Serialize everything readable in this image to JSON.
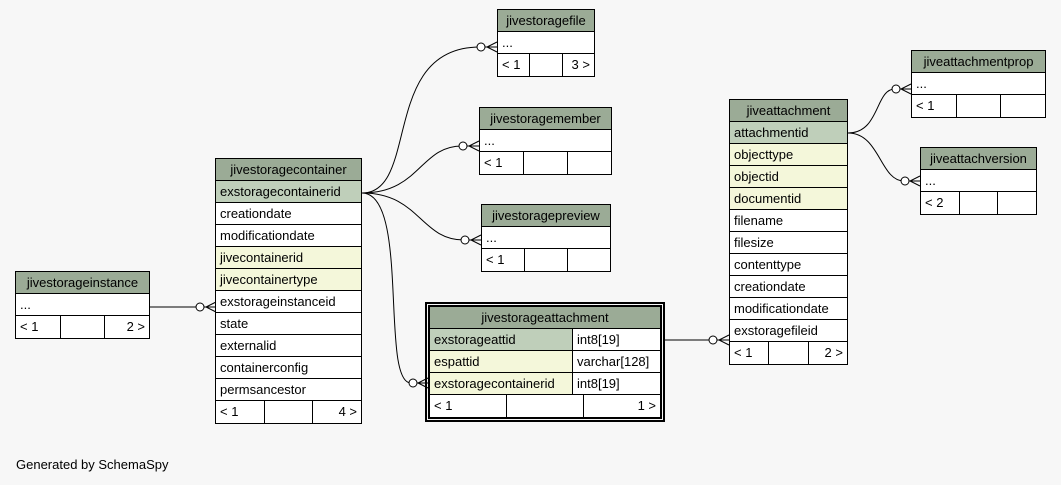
{
  "tables": {
    "jivestoragefile": {
      "name": "jivestoragefile",
      "cols": [
        "..."
      ],
      "footer": [
        "< 1",
        "",
        "3 >"
      ]
    },
    "jivestoragemember": {
      "name": "jivestoragemember",
      "cols": [
        "..."
      ],
      "footer": [
        "< 1",
        "",
        ""
      ]
    },
    "jivestoragepreview": {
      "name": "jivestoragepreview",
      "cols": [
        "..."
      ],
      "footer": [
        "< 1",
        "",
        ""
      ]
    },
    "jivestorageinstance": {
      "name": "jivestorageinstance",
      "cols": [
        "..."
      ],
      "footer": [
        "< 1",
        "",
        "2 >"
      ]
    },
    "jivestoragecontainer": {
      "name": "jivestoragecontainer",
      "cols": [
        "exstoragecontainerid",
        "creationdate",
        "modificationdate",
        "jivecontainerid",
        "jivecontainertype",
        "exstorageinstanceid",
        "state",
        "externalid",
        "containerconfig",
        "permsancestor"
      ],
      "footer": [
        "< 1",
        "",
        "4 >"
      ]
    },
    "jivestorageattachment": {
      "name": "jivestorageattachment",
      "cols": [
        {
          "name": "exstorageattid",
          "type": "int8[19]"
        },
        {
          "name": "espattid",
          "type": "varchar[128]"
        },
        {
          "name": "exstoragecontainerid",
          "type": "int8[19]"
        }
      ],
      "footer": [
        "< 1",
        "",
        "1 >"
      ]
    },
    "jiveattachment": {
      "name": "jiveattachment",
      "cols": [
        "attachmentid",
        "objecttype",
        "objectid",
        "documentid",
        "filename",
        "filesize",
        "contenttype",
        "creationdate",
        "modificationdate",
        "exstoragefileid"
      ],
      "footer": [
        "< 1",
        "",
        "2 >"
      ]
    },
    "jiveattachmentprop": {
      "name": "jiveattachmentprop",
      "cols": [
        "..."
      ],
      "footer": [
        "< 1",
        "",
        ""
      ]
    },
    "jiveattachversion": {
      "name": "jiveattachversion",
      "cols": [
        "..."
      ],
      "footer": [
        "< 2",
        "",
        ""
      ]
    }
  },
  "colors": {
    "header": "#9bab96",
    "primary_key": "#bfcfba",
    "foreign_key": "#f4f7da",
    "background": "#f7f7f7"
  },
  "generated_by": "Generated by SchemaSpy"
}
